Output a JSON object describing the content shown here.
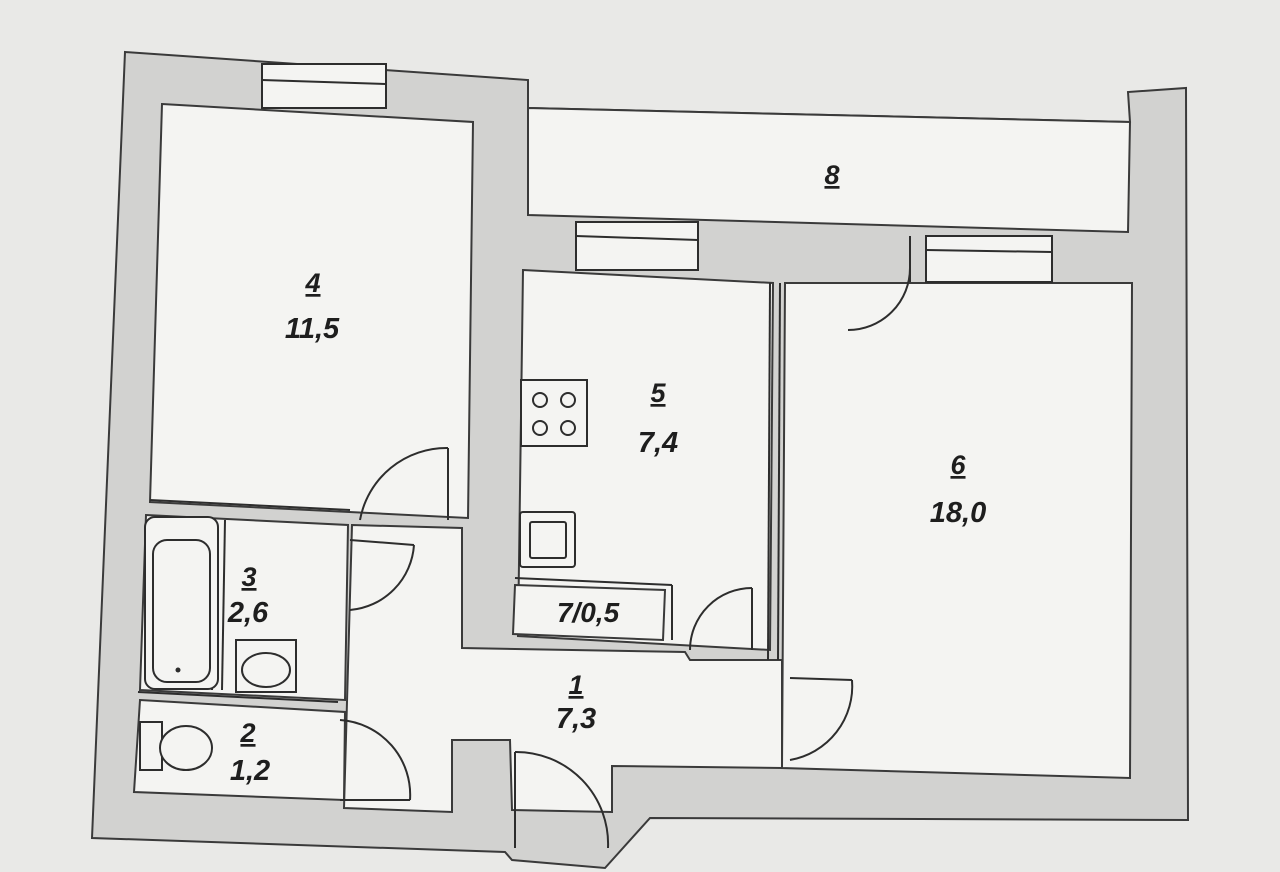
{
  "rooms": [
    {
      "id": "hallway",
      "number": "1",
      "area": "7,3"
    },
    {
      "id": "wc",
      "number": "2",
      "area": "1,2"
    },
    {
      "id": "bathroom",
      "number": "3",
      "area": "2,6"
    },
    {
      "id": "bedroom",
      "number": "4",
      "area": "11,5"
    },
    {
      "id": "kitchen",
      "number": "5",
      "area": "7,4"
    },
    {
      "id": "living-room",
      "number": "6",
      "area": "18,0"
    },
    {
      "id": "closet",
      "label": "7/0,5"
    },
    {
      "id": "loggia",
      "number": "8"
    }
  ],
  "colors": {
    "background": "#e9e9e7",
    "wall": "#d2d2d0",
    "room": "#f4f4f2",
    "line": "#2d2d2d"
  }
}
